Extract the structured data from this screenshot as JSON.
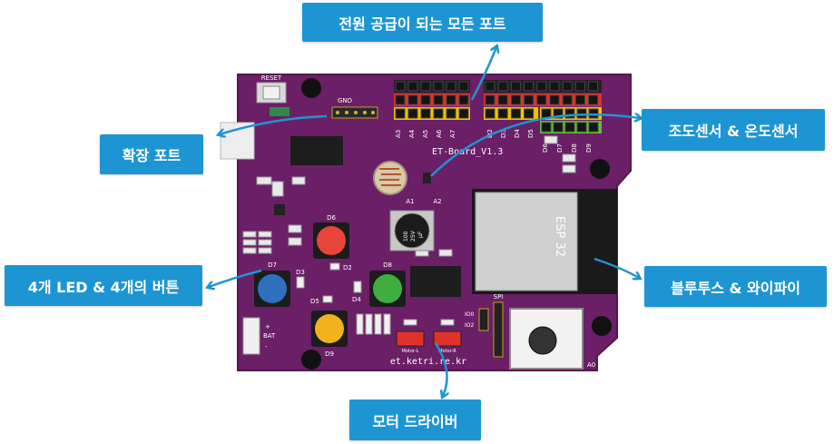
{
  "callouts": {
    "power_ports": "전원 공급이 되는 모든 포트",
    "expansion_port": "확장 포트",
    "sensors": "조도센서 & 온도센서",
    "leds_buttons": "4개 LED & 4개의 버튼",
    "bt_wifi": "블루투스 & 와이파이",
    "motor_driver": "모터 드라이버"
  },
  "board": {
    "reset": "RESET",
    "gnd": "GND",
    "title": "ET-Board_V1.3",
    "url": "et.ketri.re.kr",
    "esp": "ESP 32",
    "a1": "A1",
    "a2": "A2",
    "a0": "A0",
    "spi": "SPI",
    "io0": "IO0",
    "io2": "IO2",
    "bat": "BAT",
    "plus": "+",
    "minus": "-",
    "motor_l": "Motor-L",
    "motor_r": "Motor-R",
    "d6": "D6",
    "d7": "D7",
    "d8": "D8",
    "d9": "D9",
    "d2": "D2",
    "d3": "D3",
    "d4": "D4",
    "d5": "D5",
    "analog_labels": [
      "A3",
      "A4",
      "A5",
      "A6",
      "A7"
    ],
    "digital_labels": [
      "D2",
      "D3",
      "D4",
      "D5"
    ],
    "digital_labels2": [
      "D6",
      "D7",
      "D8",
      "D9"
    ],
    "cap_text": [
      "100",
      "25V",
      "μF"
    ]
  },
  "colors": {
    "board": "#6b1f66",
    "callout": "#1e95d3",
    "header_red": "#e0312b",
    "header_yellow": "#f2c200",
    "header_green": "#5cbf3a",
    "led_red": "#e8443a",
    "led_blue": "#2f6fbf",
    "led_green": "#3fae3f",
    "led_yellow": "#f2b21b"
  }
}
